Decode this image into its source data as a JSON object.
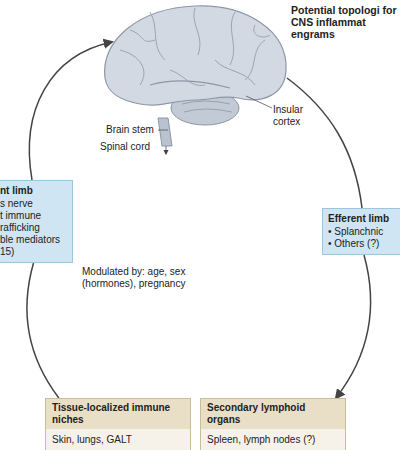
{
  "diagram": {
    "nodes": [
      {
        "text": [
          "nt limb",
          "s nerve",
          "t immune rafficking",
          "ble mediators 15)"
        ]
      },
      {
        "text": [
          "Efferent limb",
          "• Splanchnic",
          "• Others (?)"
        ]
      },
      {
        "text": [
          "Tissue-localized immune niches",
          "Skin, lungs, GALT"
        ]
      },
      {
        "text": [
          "Secondary lymphoid organs",
          "Spleen, lymph nodes (?)"
        ]
      }
    ],
    "edges": [
      {
        "from": 2,
        "to": 0,
        "arrow": "none"
      },
      {
        "from": 1,
        "to": 3,
        "arrow": "to"
      }
    ],
    "labels": [
      "Potential topologi for CNS inflammat engrams",
      "Insular cortex",
      "Brain stem",
      "Spinal cord",
      "Modulated by: age, sex (hormones), pregnancy"
    ]
  }
}
